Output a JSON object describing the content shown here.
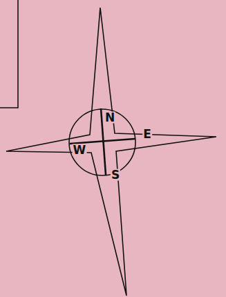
{
  "diagram": {
    "labels": [
      "N",
      "W",
      "E",
      "S"
    ]
  }
}
